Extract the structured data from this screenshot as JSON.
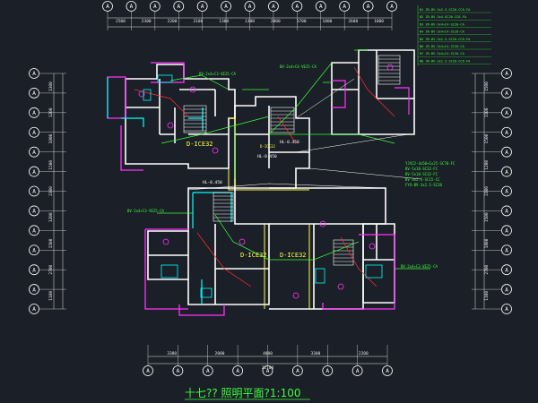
{
  "drawing_title": "十七?? 照明平面?1:100",
  "colors": {
    "background": "#1b1f27",
    "wall": "#ffffff",
    "balcony": "#ff33ff",
    "cyan": "#00ffff",
    "yellow": "#ffff40",
    "green": "#3cff3c",
    "red": "#ff3030",
    "dim": "#e8e8e8"
  },
  "top_dimensions": [
    "2500",
    "2300",
    "2200",
    "2100",
    "1300",
    "1300",
    "2000",
    "1700",
    "1800",
    "2600",
    "1000"
  ],
  "bottom_dimensions": [
    "3300",
    "2000",
    "4000",
    "3300",
    "2200"
  ],
  "bottom_total": "22100",
  "left_dimensions": [
    "1300",
    "1200",
    "1800",
    "1500",
    "2300",
    "1200",
    "1500",
    "2700",
    "1100"
  ],
  "right_dimensions": [
    "1500",
    "1100",
    "1500",
    "1200",
    "2300",
    "1500",
    "1800",
    "2700",
    "1100"
  ],
  "room_labels": [
    "D-ICE32",
    "D-ICE32",
    "D-ICE32",
    "D-ICE32"
  ],
  "cad_annotations": [
    "BV-2x4+C3-VE25-CA",
    "BV-2x4+C3-VE25-CA",
    "BV-2x4+C3-VE25-CA",
    "BV-2x4+C4-VE25-CA",
    "HL-0.450",
    "HL-0.450",
    "HL-0.450"
  ],
  "legend_lines": [
    "N1 ZR-BV-3x2.5-SC20-CC6-FA",
    "N2 ZR-BV-3x4-SC20-CC6-FA",
    "N3 ZR-BV-3x4+C4-SC20-CA",
    "N4 ZR-BV-3x4+C4-SC20-CA",
    "N5 ZR-BV-3x2.5-SC20-CC6-FA",
    "N6 ZR-BV-3x4+C4-SC20-CA",
    "N7 ZR-BV-3x4+C4-SC20-CA",
    "N8 ZR-BV-3x2.5-SC20-CC6-FA"
  ],
  "notes_block": [
    "YJV22-4x50+1x25-SC70-FC",
    "BV-5x10-SC32-FC",
    "BV-5x10-SC32-FC",
    "BV-3x2.5-SC15-CC",
    "FYX-BV-3x2.5-SC20"
  ],
  "axis_markers_top": [
    "A",
    "A",
    "A",
    "A",
    "A",
    "A",
    "A",
    "A",
    "A",
    "A",
    "A",
    "A",
    "A"
  ],
  "axis_markers_bottom": [
    "A",
    "A",
    "A",
    "A",
    "A",
    "A",
    "A",
    "A",
    "A"
  ],
  "axis_markers_left": [
    "A",
    "A",
    "A",
    "A",
    "A",
    "A",
    "A",
    "A",
    "A",
    "A",
    "A",
    "A",
    "A"
  ],
  "axis_markers_right": [
    "A",
    "A",
    "A",
    "A",
    "A",
    "A",
    "A",
    "A",
    "A",
    "A",
    "A",
    "A",
    "A"
  ]
}
